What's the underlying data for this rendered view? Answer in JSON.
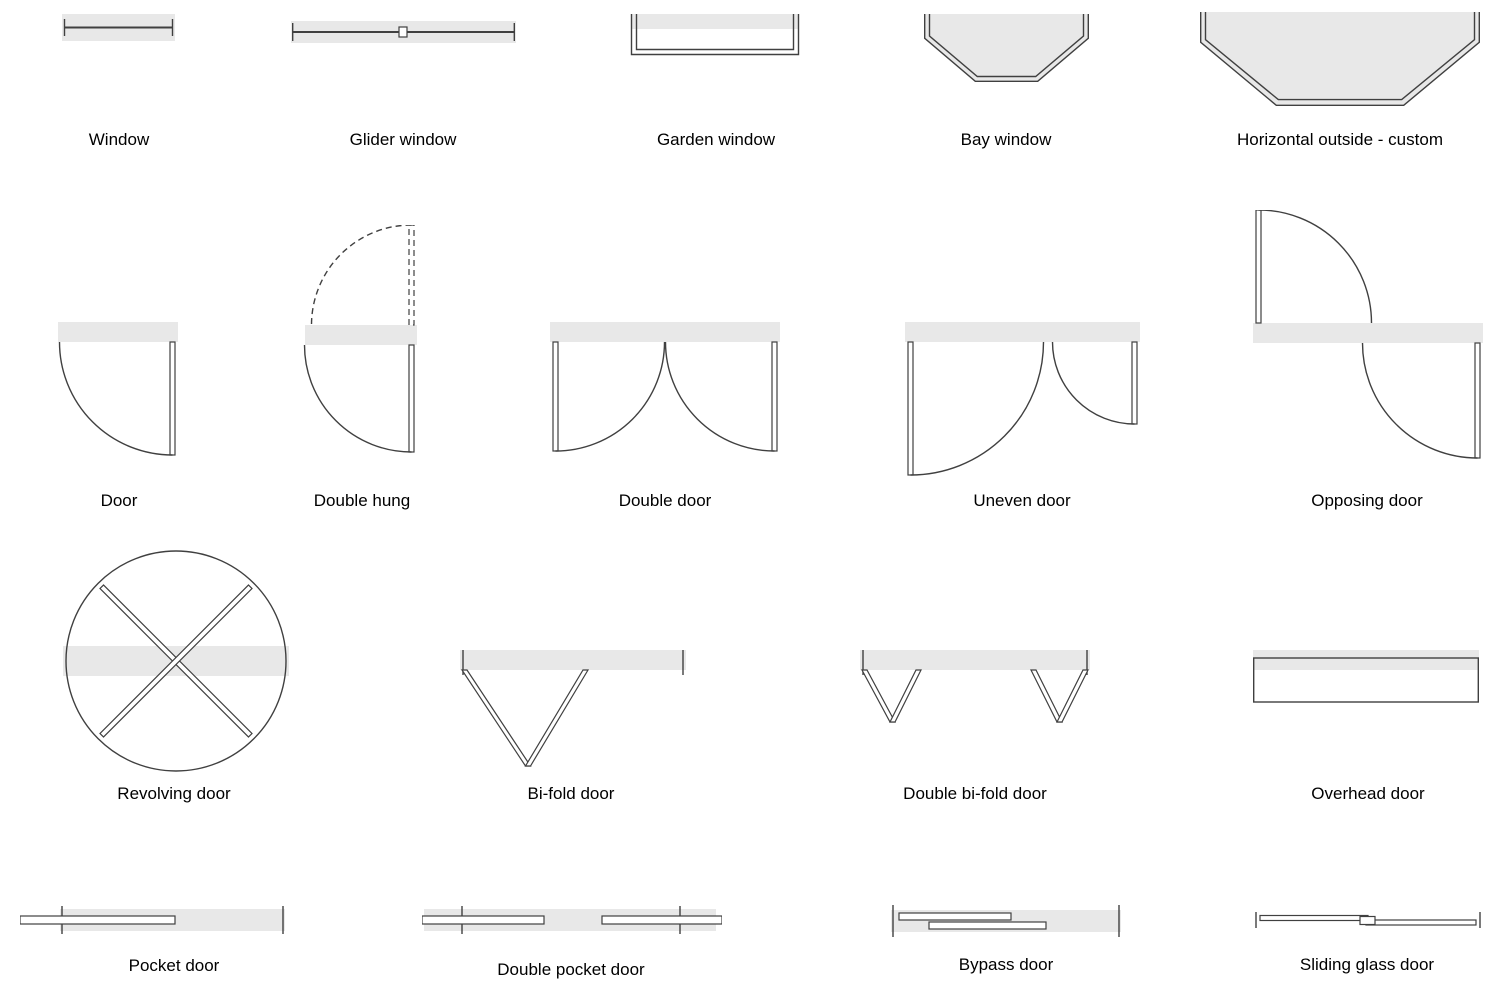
{
  "colors": {
    "wall_fill": "#e8e8e8",
    "line": "#404040",
    "text": "#000000",
    "background": "#ffffff"
  },
  "symbols": [
    {
      "id": "window",
      "label": "Window"
    },
    {
      "id": "glider-window",
      "label": "Glider window"
    },
    {
      "id": "garden-window",
      "label": "Garden window"
    },
    {
      "id": "bay-window",
      "label": "Bay window"
    },
    {
      "id": "horizontal-outside-custom",
      "label": "Horizontal outside - custom"
    },
    {
      "id": "door",
      "label": "Door"
    },
    {
      "id": "double-hung",
      "label": "Double hung"
    },
    {
      "id": "double-door",
      "label": "Double door"
    },
    {
      "id": "uneven-door",
      "label": "Uneven door"
    },
    {
      "id": "opposing-door",
      "label": "Opposing door"
    },
    {
      "id": "revolving-door",
      "label": "Revolving door"
    },
    {
      "id": "bi-fold-door",
      "label": "Bi-fold door"
    },
    {
      "id": "double-bi-fold-door",
      "label": "Double bi-fold door"
    },
    {
      "id": "overhead-door",
      "label": "Overhead door"
    },
    {
      "id": "pocket-door",
      "label": "Pocket door"
    },
    {
      "id": "double-pocket-door",
      "label": "Double pocket door"
    },
    {
      "id": "bypass-door",
      "label": "Bypass door"
    },
    {
      "id": "sliding-glass-door",
      "label": "Sliding glass door"
    }
  ]
}
